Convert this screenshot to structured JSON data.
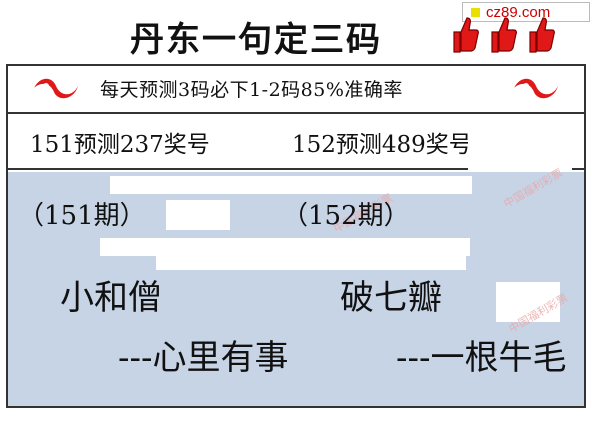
{
  "watermark": {
    "site": "cz89.com",
    "icon": "yellow-square-icon"
  },
  "header": {
    "title": "丹东一句定三码",
    "decoration_icon": "thumbs-up-icon",
    "accent_color": "#e01818"
  },
  "tagline": "每天预测3码必下1-2码85%准确率",
  "logo_icon": "lottery-logo-icon",
  "results": {
    "left": "151预测237奖号",
    "right": "152预测489奖号"
  },
  "periods": {
    "left": "（151期）",
    "right": "（152期）"
  },
  "riddles": {
    "left_title": "小和僧",
    "left_hint": "---心里有事",
    "right_title": "破七瓣",
    "right_hint": "---一根牛毛"
  },
  "panel_color": "#c7d4e6"
}
